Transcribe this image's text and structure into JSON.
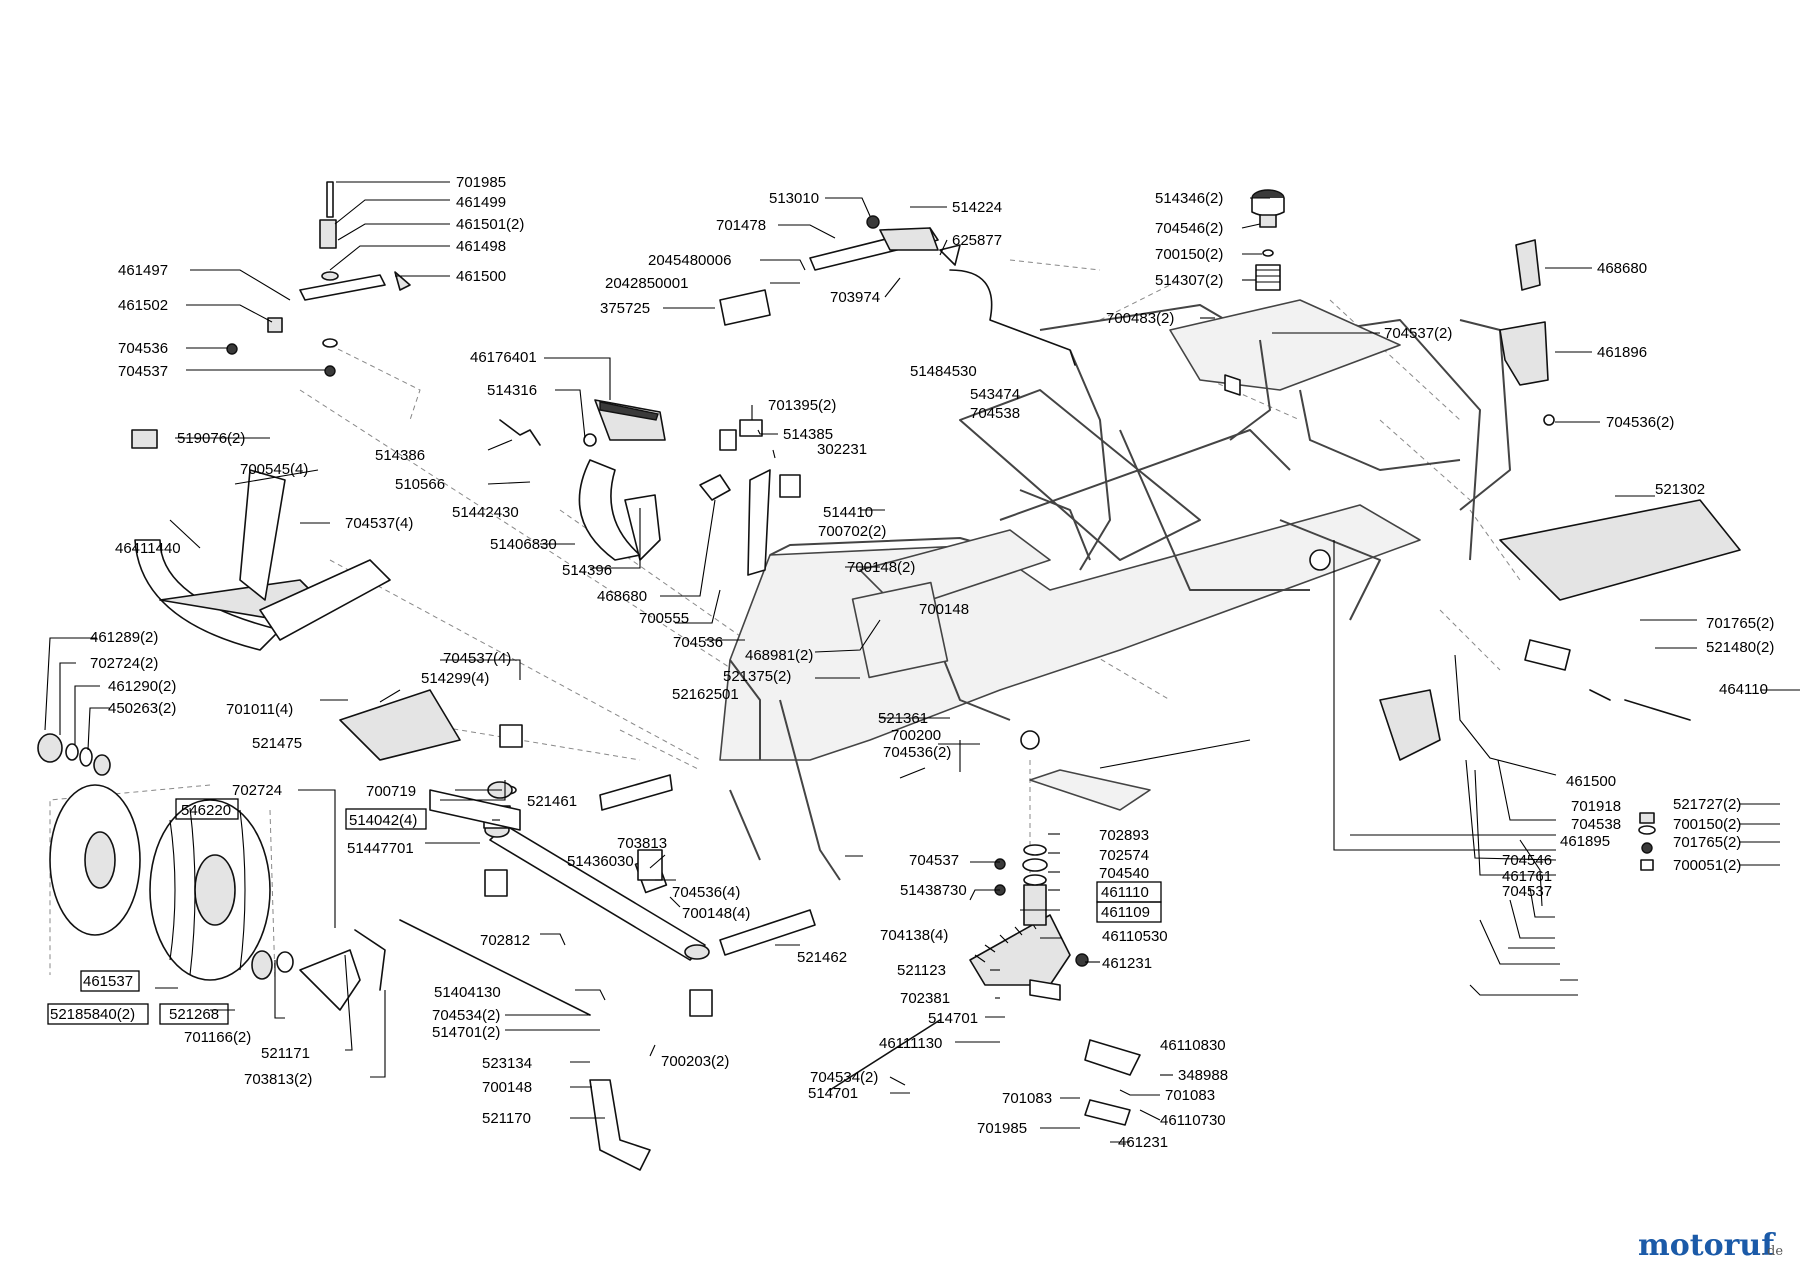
{
  "watermark": {
    "brand": "motoruf",
    "dot": ".",
    "tld": "de",
    "brand_color": "#1b5aa8",
    "accent_color": "#e38a1a"
  },
  "labels": [
    {
      "id": "l1",
      "text": "701985"
    },
    {
      "id": "l2",
      "text": "461499"
    },
    {
      "id": "l3",
      "text": "461501(2)"
    },
    {
      "id": "l4",
      "text": "461498"
    },
    {
      "id": "l5",
      "text": "461497"
    },
    {
      "id": "l6",
      "text": "461500"
    },
    {
      "id": "l7",
      "text": "461502"
    },
    {
      "id": "l8",
      "text": "704536"
    },
    {
      "id": "l9",
      "text": "704537"
    },
    {
      "id": "l10",
      "text": "513010"
    },
    {
      "id": "l11",
      "text": "514224"
    },
    {
      "id": "l12",
      "text": "701478"
    },
    {
      "id": "l13",
      "text": "625877"
    },
    {
      "id": "l14",
      "text": "2045480006"
    },
    {
      "id": "l15",
      "text": "2042850001"
    },
    {
      "id": "l16",
      "text": "703974"
    },
    {
      "id": "l17",
      "text": "375725"
    },
    {
      "id": "l18",
      "text": "51484530"
    },
    {
      "id": "l19",
      "text": "514346(2)"
    },
    {
      "id": "l20",
      "text": "704546(2)"
    },
    {
      "id": "l21",
      "text": "700150(2)"
    },
    {
      "id": "l22",
      "text": "514307(2)"
    },
    {
      "id": "l23",
      "text": "468680"
    },
    {
      "id": "l24",
      "text": "700483(2)"
    },
    {
      "id": "l25",
      "text": "704537(2)"
    },
    {
      "id": "l26",
      "text": "461896"
    },
    {
      "id": "l27",
      "text": "704536(2)"
    },
    {
      "id": "l28",
      "text": "46176401"
    },
    {
      "id": "l29",
      "text": "514316"
    },
    {
      "id": "l30",
      "text": "701395(2)"
    },
    {
      "id": "l31",
      "text": "514385"
    },
    {
      "id": "l32",
      "text": "514386"
    },
    {
      "id": "l33",
      "text": "302231"
    },
    {
      "id": "l34",
      "text": "510566"
    },
    {
      "id": "l35",
      "text": "519076(2)"
    },
    {
      "id": "l36",
      "text": "700545(4)"
    },
    {
      "id": "l37",
      "text": "51442430"
    },
    {
      "id": "l38",
      "text": "514410"
    },
    {
      "id": "l39",
      "text": "700702(2)"
    },
    {
      "id": "l40",
      "text": "704537(4)"
    },
    {
      "id": "l41",
      "text": "51406830"
    },
    {
      "id": "l42",
      "text": "543474"
    },
    {
      "id": "l43",
      "text": "704538"
    },
    {
      "id": "l44",
      "text": "46411440"
    },
    {
      "id": "l45",
      "text": "514396"
    },
    {
      "id": "l46",
      "text": "700148(2)"
    },
    {
      "id": "l47",
      "text": "521302"
    },
    {
      "id": "l48",
      "text": "468680"
    },
    {
      "id": "l49",
      "text": "700148"
    },
    {
      "id": "l50",
      "text": "700555"
    },
    {
      "id": "l51",
      "text": "704536"
    },
    {
      "id": "l52",
      "text": "468981(2)"
    },
    {
      "id": "l53",
      "text": "521375(2)"
    },
    {
      "id": "l54",
      "text": "461289(2)"
    },
    {
      "id": "l55",
      "text": "702724(2)"
    },
    {
      "id": "l56",
      "text": "461290(2)"
    },
    {
      "id": "l57",
      "text": "450263(2)"
    },
    {
      "id": "l58",
      "text": "704537(4)"
    },
    {
      "id": "l59",
      "text": "514299(4)"
    },
    {
      "id": "l60",
      "text": "701011(4)"
    },
    {
      "id": "l61",
      "text": "52162501"
    },
    {
      "id": "l62",
      "text": "521361"
    },
    {
      "id": "l63",
      "text": "700200"
    },
    {
      "id": "l64",
      "text": "704536(2)"
    },
    {
      "id": "l65",
      "text": "701765(2)"
    },
    {
      "id": "l66",
      "text": "521480(2)"
    },
    {
      "id": "l67",
      "text": "464110"
    },
    {
      "id": "l68",
      "text": "521475"
    },
    {
      "id": "l69",
      "text": "702724"
    },
    {
      "id": "l70",
      "text": "700719"
    },
    {
      "id": "l71",
      "text": "546220",
      "boxed": true
    },
    {
      "id": "l72",
      "text": "521461"
    },
    {
      "id": "l73",
      "text": "514042(4)",
      "boxed": true
    },
    {
      "id": "l74",
      "text": "51447701"
    },
    {
      "id": "l75",
      "text": "703813"
    },
    {
      "id": "l76",
      "text": "51436030"
    },
    {
      "id": "l77",
      "text": "461500"
    },
    {
      "id": "l78",
      "text": "701918"
    },
    {
      "id": "l79",
      "text": "704538"
    },
    {
      "id": "l80",
      "text": "461895"
    },
    {
      "id": "l81",
      "text": "521727(2)"
    },
    {
      "id": "l82",
      "text": "700150(2)"
    },
    {
      "id": "l83",
      "text": "701765(2)"
    },
    {
      "id": "l84",
      "text": "700051(2)"
    },
    {
      "id": "l85",
      "text": "702893"
    },
    {
      "id": "l86",
      "text": "702574"
    },
    {
      "id": "l87",
      "text": "704537"
    },
    {
      "id": "l88",
      "text": "704540"
    },
    {
      "id": "l89",
      "text": "461110",
      "boxed": true
    },
    {
      "id": "l90",
      "text": "461109",
      "boxed": true
    },
    {
      "id": "l91",
      "text": "51438730"
    },
    {
      "id": "l92",
      "text": "704546"
    },
    {
      "id": "l93",
      "text": "461761"
    },
    {
      "id": "l94",
      "text": "704537"
    },
    {
      "id": "l95",
      "text": "704536(4)"
    },
    {
      "id": "l96",
      "text": "700148(4)"
    },
    {
      "id": "l97",
      "text": "704138(4)"
    },
    {
      "id": "l98",
      "text": "46110530"
    },
    {
      "id": "l99",
      "text": "461231"
    },
    {
      "id": "l100",
      "text": "702812"
    },
    {
      "id": "l101",
      "text": "521462"
    },
    {
      "id": "l102",
      "text": "521123"
    },
    {
      "id": "l103",
      "text": "461537",
      "boxed": true
    },
    {
      "id": "l104",
      "text": "702381"
    },
    {
      "id": "l105",
      "text": "52185840(2)",
      "boxed": true
    },
    {
      "id": "l106",
      "text": "521268",
      "boxed": true
    },
    {
      "id": "l107",
      "text": "51404130"
    },
    {
      "id": "l108",
      "text": "514701"
    },
    {
      "id": "l109",
      "text": "701166(2)"
    },
    {
      "id": "l110",
      "text": "704534(2)"
    },
    {
      "id": "l111",
      "text": "514701(2)"
    },
    {
      "id": "l112",
      "text": "46111130"
    },
    {
      "id": "l113",
      "text": "46110830"
    },
    {
      "id": "l114",
      "text": "521171"
    },
    {
      "id": "l115",
      "text": "523134"
    },
    {
      "id": "l116",
      "text": "700203(2)"
    },
    {
      "id": "l117",
      "text": "704534(2)"
    },
    {
      "id": "l118",
      "text": "348988"
    },
    {
      "id": "l119",
      "text": "703813(2)"
    },
    {
      "id": "l120",
      "text": "700148"
    },
    {
      "id": "l121",
      "text": "514701"
    },
    {
      "id": "l122",
      "text": "701083"
    },
    {
      "id": "l123",
      "text": "701083"
    },
    {
      "id": "l124",
      "text": "521170"
    },
    {
      "id": "l125",
      "text": "46110730"
    },
    {
      "id": "l126",
      "text": "701985"
    },
    {
      "id": "l127",
      "text": "461231"
    }
  ]
}
